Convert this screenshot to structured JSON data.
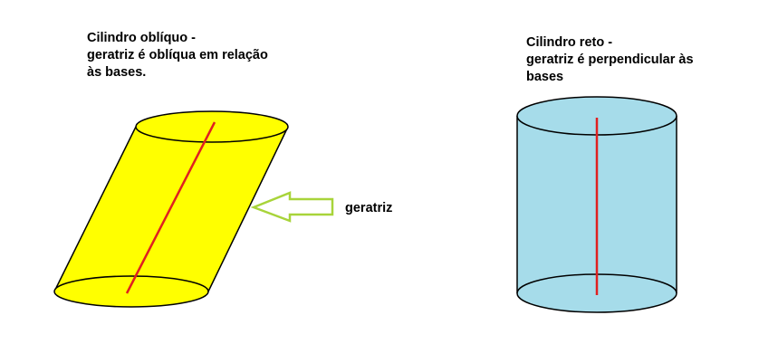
{
  "oblique_cylinder": {
    "caption_line1": "Cilindro oblíquo -",
    "caption_line2": "geratriz é oblíqua em relação",
    "caption_line3": "às bases.",
    "fill_color": "#ffff00"
  },
  "right_cylinder": {
    "caption_line1": "Cilindro reto -",
    "caption_line2": "geratriz é perpendicular às",
    "caption_line3": "bases",
    "fill_color": "#a6dcea"
  },
  "arrow": {
    "label": "geratriz",
    "color": "#a8d43a"
  },
  "generatrix_color": "#e02020"
}
